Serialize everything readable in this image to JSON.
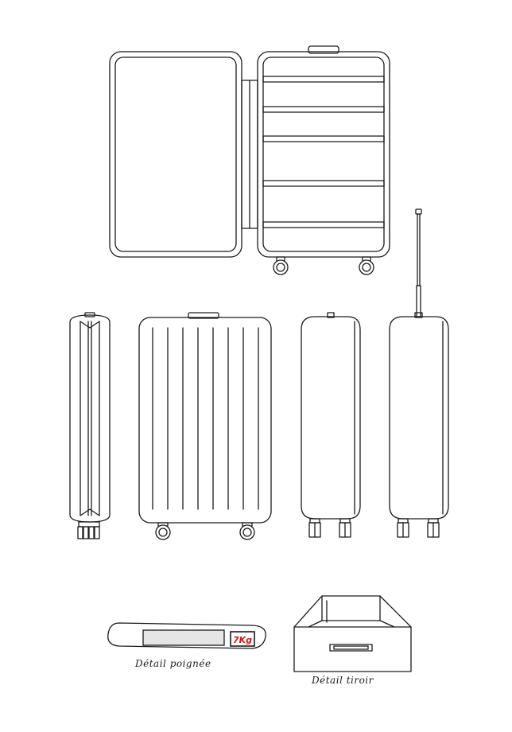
{
  "labels": {
    "handle_detail": "Détail poignée",
    "drawer_detail": "Détail tiroir",
    "scale_reading": "7Kg"
  },
  "colors": {
    "line": "#1a1a1a",
    "background": "#ffffff",
    "display_fill": "#e6e6e6",
    "scale_text": "#d8161b"
  }
}
